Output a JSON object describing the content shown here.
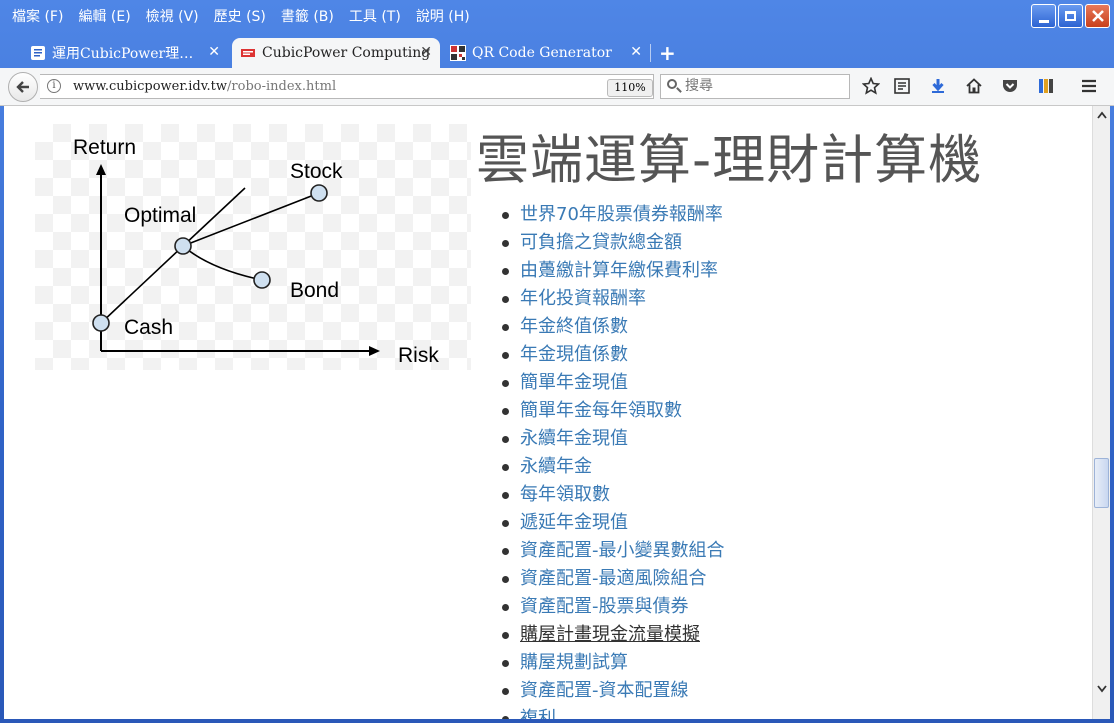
{
  "menubar": {
    "items": [
      "檔案 (F)",
      "編輯 (E)",
      "檢視 (V)",
      "歷史 (S)",
      "書籤 (B)",
      "工具 (T)",
      "說明 (H)"
    ]
  },
  "tabs": [
    {
      "label": "運用CubicPower理…",
      "icon": "document-icon",
      "active": false
    },
    {
      "label": "CubicPower Computing",
      "icon": "site-favicon",
      "active": true
    },
    {
      "label": "QR Code Generator",
      "icon": "qr-code-icon",
      "active": false
    }
  ],
  "tab_close_glyph": "✕",
  "new_tab_glyph": "+",
  "navbar": {
    "url_host": "www.cubicpower.idv.tw",
    "url_path": "/robo-index.html",
    "zoom": "110%",
    "search_placeholder": "搜尋"
  },
  "figure": {
    "labels": {
      "return": "Return",
      "risk": "Risk",
      "stock": "Stock",
      "optimal": "Optimal",
      "bond": "Bond",
      "cash": "Cash"
    }
  },
  "page": {
    "title": "雲端運算-理財計算機",
    "links": [
      "世界70年股票債券報酬率",
      "可負擔之貸款總金額",
      "由躉繳計算年繳保費利率",
      "年化投資報酬率",
      "年金終值係數",
      "年金現值係數",
      "簡單年金現值",
      "簡單年金每年領取數",
      "永續年金現值",
      "永續年金",
      "每年領取數",
      "遞延年金現值",
      "資產配置-最小變異數組合",
      "資產配置-最適風險組合",
      "資產配置-股票與債券",
      "購屋計畫現金流量模擬",
      "購屋規劃試算",
      "資產配置-資本配置線",
      "複利"
    ],
    "hovered_link_index": 15
  },
  "colors": {
    "link": "#3a7ab5",
    "title": "#555555",
    "chrome_blue": "#2f62c6"
  }
}
